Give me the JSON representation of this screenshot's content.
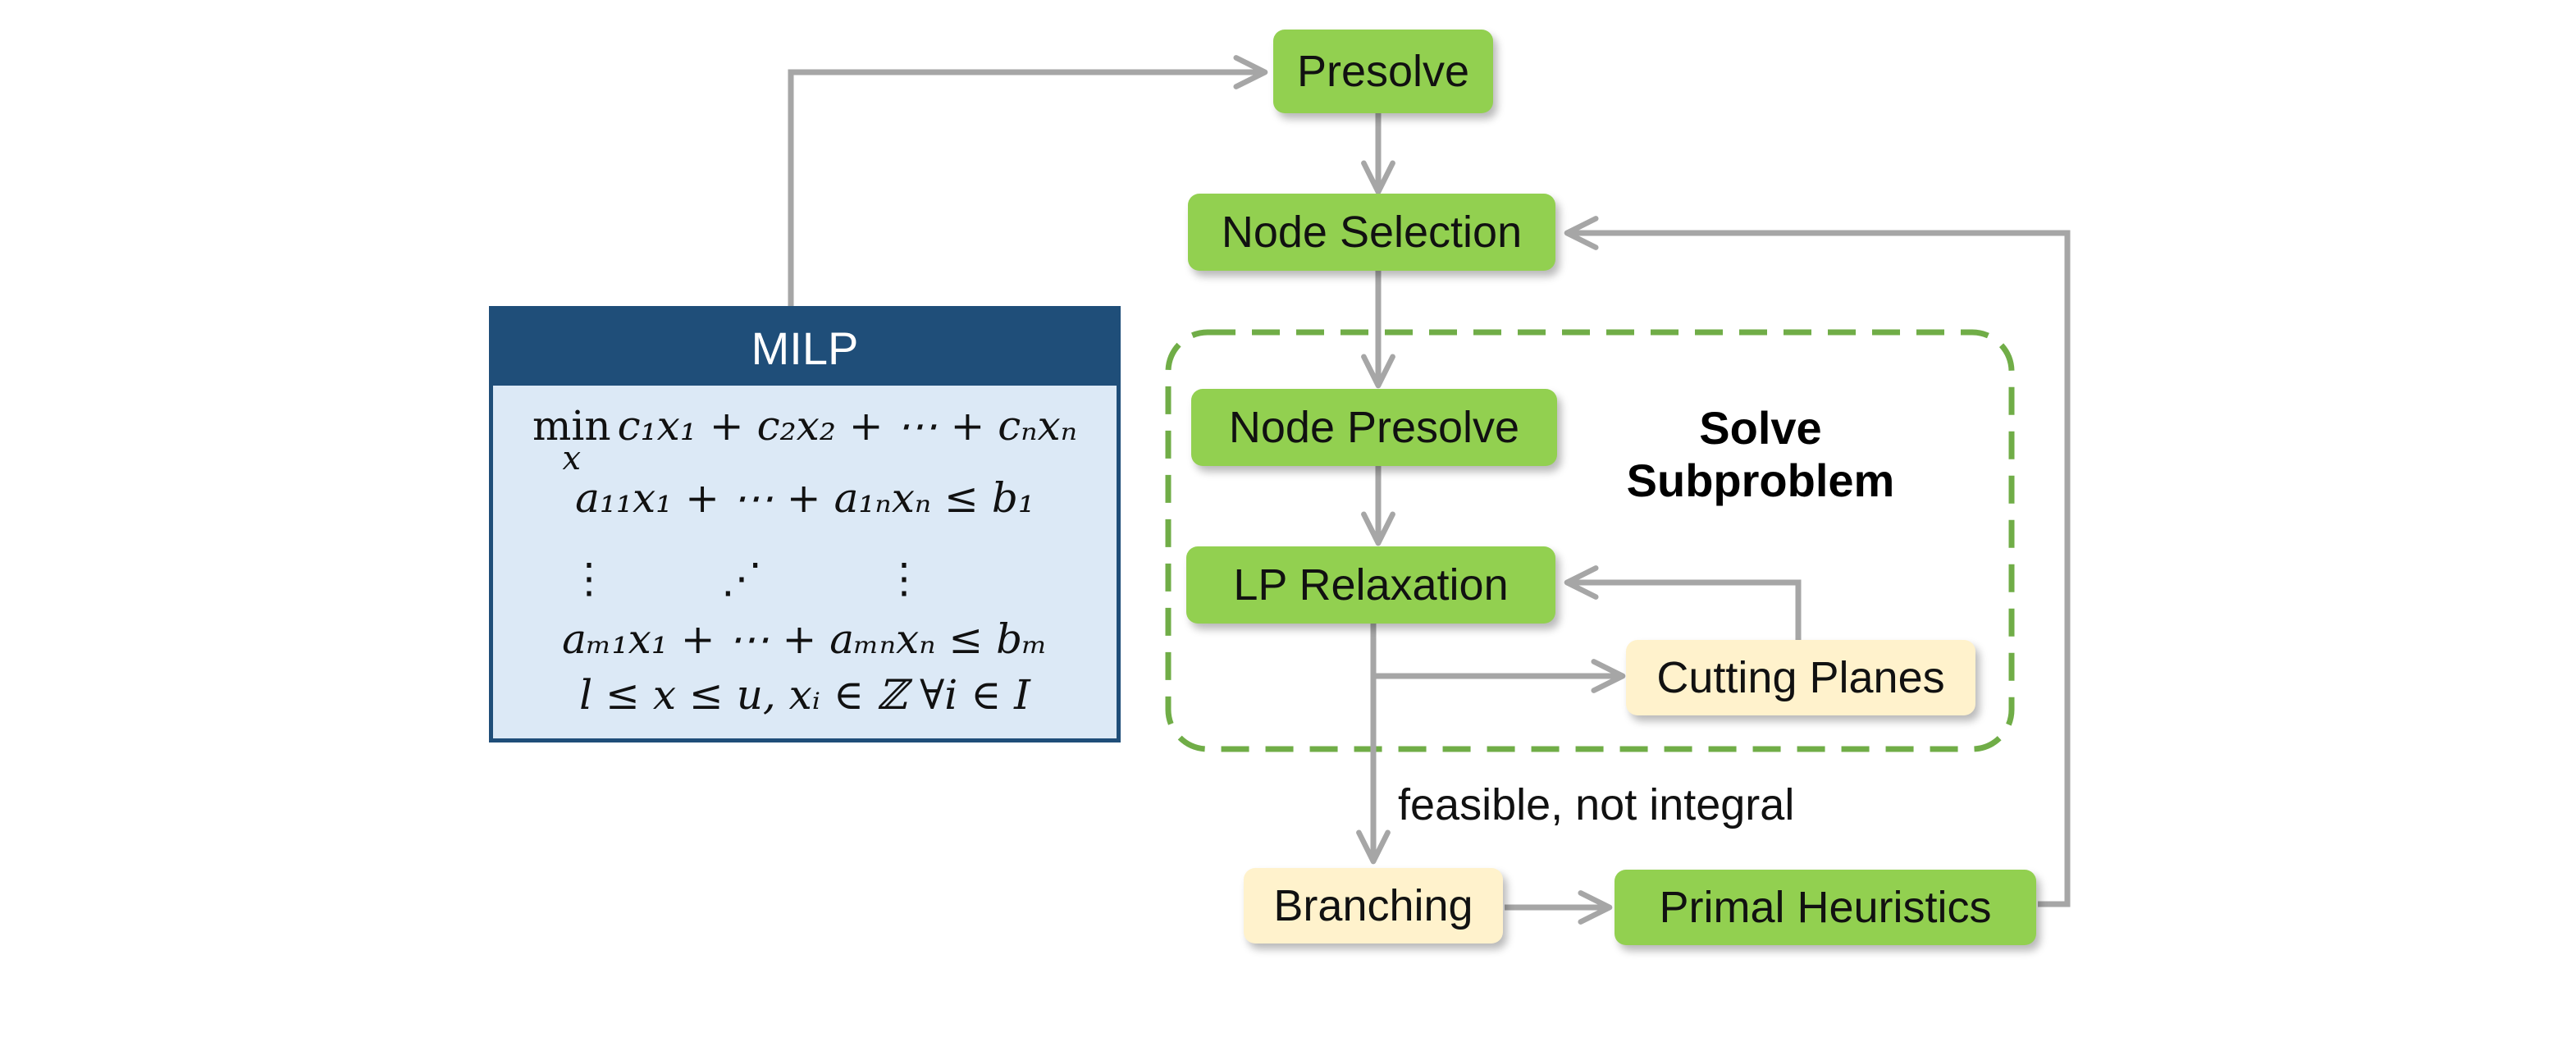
{
  "nodes": {
    "presolve": "Presolve",
    "node_selection": "Node Selection",
    "node_presolve": "Node Presolve",
    "lp_relaxation": "LP Relaxation",
    "cutting_planes": "Cutting Planes",
    "branching": "Branching",
    "primal_heuristics": "Primal Heuristics"
  },
  "milp": {
    "title": "MILP",
    "objective": {
      "min": "min",
      "var": "x",
      "expr": "c₁x₁ + c₂x₂ + ⋯ + cₙxₙ"
    },
    "constraint_first": "a₁₁x₁ + ⋯ + a₁ₙxₙ ≤ b₁",
    "dots": [
      "⋮",
      "⋰",
      "⋮"
    ],
    "constraint_last": "aₘ₁x₁ + ⋯ + aₘₙxₙ ≤ bₘ",
    "bounds": "l ≤ x ≤ u, xᵢ ∈ ℤ ∀i ∈ I"
  },
  "region_label": {
    "line1": "Solve",
    "line2": "Subproblem"
  },
  "edge_label": "feasible, not integral",
  "colors": {
    "green_node": "#92d050",
    "cream_node": "#fff2cc",
    "milp_border": "#1f4e79",
    "milp_fill": "#dce9f6",
    "arrow": "#a6a6a6",
    "region_border": "#70ad47"
  }
}
